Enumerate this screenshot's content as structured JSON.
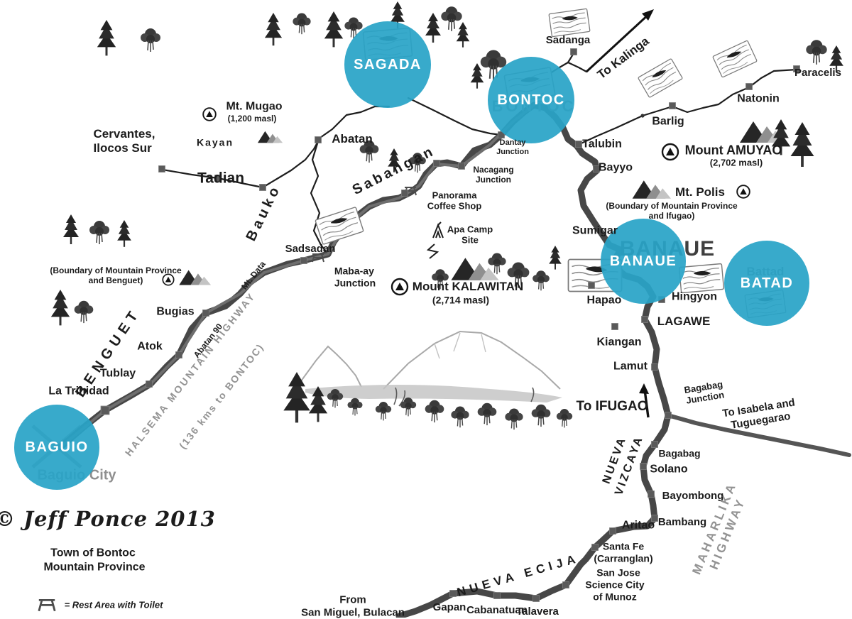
{
  "title": "Town of Bontoc Mountain Province road map",
  "colors": {
    "accent": "#29A4C7",
    "road": "#4A4A4A",
    "ghost": "#8F8F8F"
  },
  "circles": {
    "sagada": "SAGADA",
    "bontoc": "BONTOC",
    "banaue": "BANAUE",
    "batad": "BATAD",
    "baguio": "BAGUIO"
  },
  "labels": {
    "cervantes": "Cervantes,\nIlocos Sur",
    "kayan": "Kayan",
    "tadian": "Tadian",
    "mt_mugao": "Mt. Mugao",
    "mt_mugao_masl": "(1,200 masl)",
    "abatan": "Abatan",
    "sadanga": "Sadanga",
    "to_kalinga": "To Kalinga",
    "paracelis": "Paracelis",
    "natonin": "Natonin",
    "barlig": "Barlig",
    "mount_amuyao": "Mount AMUYAO",
    "mount_amuyao_masl": "(2,702 masl)",
    "mt_polis": "Mt. Polis",
    "polis_boundary": "(Boundary of Mountain Province\nand Ifugao)",
    "talubin": "Talubin",
    "bayyo": "Bayyo",
    "sumigar": "Sumigar",
    "dantay_junction": "Dantay\nJunction",
    "nacagang_junction": "Nacagang\nJunction",
    "panorama_coffee_shop": "Panorama\nCoffee Shop",
    "apa_camp_site": "Apa Camp\nSite",
    "mount_kalawitan": "Mount KALAWITAN",
    "mount_kalawitan_masl": "(2,714 masl)",
    "sabangan": "Sabangan",
    "bauko": "Bauko",
    "sadsadan": "Sadsadan",
    "mabaay_junction": "Maba-ay\nJunction",
    "mt_data": "Mt. Data",
    "abatan_90": "Abatan 90",
    "halsema_1": "HALSEMA MOUNTAIN HIGHWAY",
    "halsema_2": "(136 kms to BONTOC)",
    "benguet": "BENGUET",
    "benguet_boundary": "(Boundary of Mountain Province\nand Benguet)",
    "bugias": "Bugias",
    "atok": "Atok",
    "tublay": "Tublay",
    "la_trinidad": "La Trinidad",
    "baguio_city": "Baguio City",
    "signature": "© Jeff Ponce 2013",
    "credit_line1": "Town of Bontoc",
    "credit_line2": "Mountain Province",
    "legend_rest_area": "= Rest Area with Toilet",
    "from_san_miguel": "From\nSan Miguel, Bulacan",
    "gapan": "Gapan",
    "cabanatuan": "Cabanatuan",
    "talavera": "Talavera",
    "nueva_ecija": "NUEVA ECIJA",
    "santa_fe": "Santa Fe\n(Carranglan)",
    "san_jose": "San Jose",
    "science_city": "Science City\nof Munoz",
    "aritao": "Aritao",
    "bambang": "Bambang",
    "bayombong": "Bayombong",
    "solano": "Solano",
    "bagabag": "Bagabag",
    "nueva_vizcaya": "NUEVA\nVIZCAYA",
    "maharlika": "MAHARLIKA HIGHWAY",
    "to_isabela": "To Isabela and Tuguegarao",
    "bagabag_junction": "Bagabag\nJunction",
    "to_ifugao": "To IFUGAO",
    "lamut": "Lamut",
    "kiangan": "Kiangan",
    "lagawe": "LAGAWE",
    "hingyon": "Hingyon",
    "hapao": "Hapao",
    "banaue_town": "BANAUE",
    "battad_town": "Battad",
    "bontoc_town": "BONTOC"
  }
}
